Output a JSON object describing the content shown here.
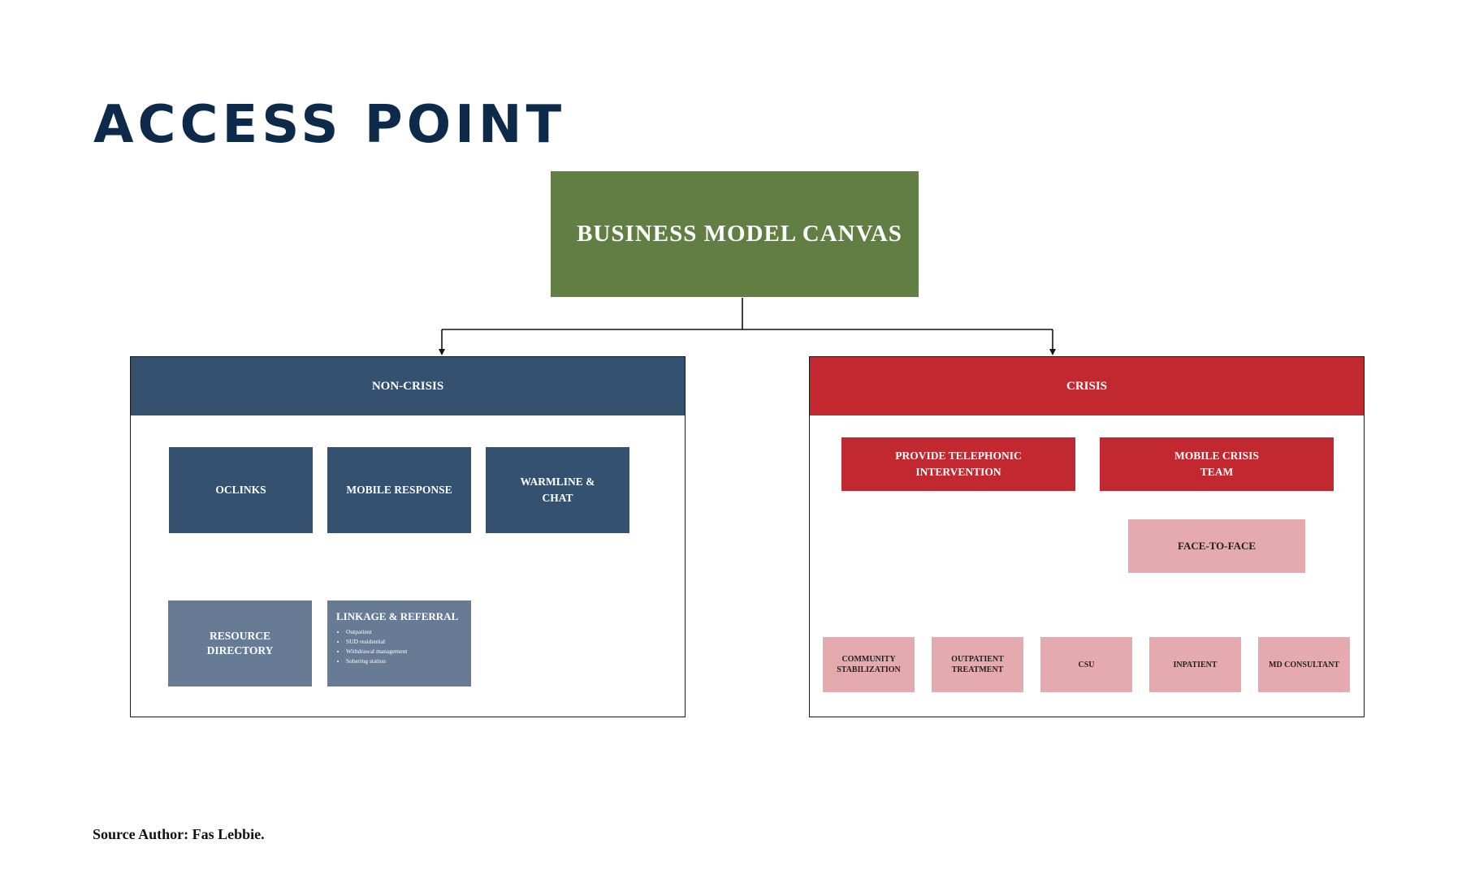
{
  "title": "ACCESS POINT",
  "root": "BUSINESS MODEL CANVAS",
  "non_crisis": {
    "header": "NON-CRISIS",
    "oclinks": "OCLINKS",
    "mobile_response": "MOBILE RESPONSE",
    "warmline": "WARMLINE & CHAT",
    "directory": "RESOURCE DIRECTORY",
    "linkage": {
      "title": "LINKAGE & REFERRAL",
      "items": [
        "Outpatient",
        "SUD residential",
        "Withdrawal management",
        "Sobering station"
      ]
    }
  },
  "crisis": {
    "header": "CRISIS",
    "telephonic": "PROVIDE TELEPHONIC INTERVENTION",
    "mobile_team": "MOBILE CRISIS TEAM",
    "face_to_face": "FACE-TO-FACE",
    "outcomes": [
      "COMMUNITY STABILIZATION",
      "OUTPATIENT TREATMENT",
      "CSU",
      "INPATIENT",
      "MD CONSULTANT"
    ]
  },
  "source": "Source Author: Fas Lebbie.",
  "colors": {
    "title": "#0d2a4a",
    "root": "#617f42",
    "navy": "#34516f",
    "slate": "#677b94",
    "red": "#c1282f",
    "pink": "#e5aaae"
  }
}
